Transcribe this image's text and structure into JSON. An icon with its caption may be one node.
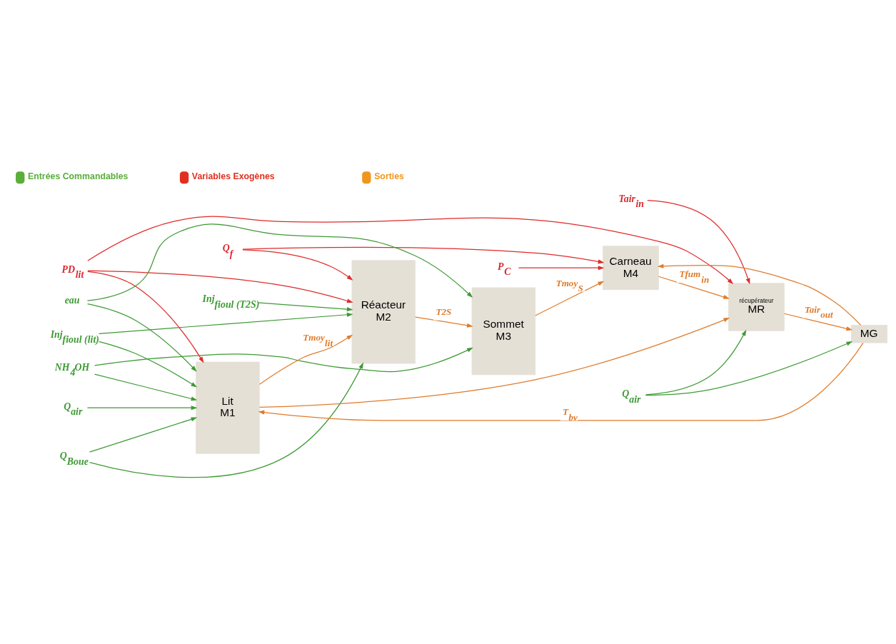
{
  "diagram": {
    "nodes": [
      {
        "text": [
          "PD$_{lit}$"
        ]
      },
      {
        "text": [
          "Q$_{f}$"
        ]
      },
      {
        "text": [
          "NH$_{4}$OH"
        ]
      },
      {
        "text": [
          "eau"
        ]
      },
      {
        "text": [
          "Q$_{air}$"
        ]
      },
      {
        "text": [
          "Inj$_{fioul (lit)}$"
        ]
      },
      {
        "text": [
          "Q$_{Boue}$"
        ]
      },
      {
        "text": [
          "Lit",
          "M1"
        ]
      },
      {
        "text": [
          "Réacteur",
          "M2"
        ]
      },
      {
        "text": [
          "Inj$_{fioul (T2S)}$"
        ]
      },
      {
        "text": [
          "Sommet",
          "M3"
        ]
      },
      {
        "text": [
          "P$_{C}$"
        ]
      },
      {
        "text": [
          "Tair$_{in}$"
        ]
      },
      {
        "text": [
          "Carneau",
          "M4"
        ]
      },
      {
        "text": [
          "récupérateur",
          "MR"
        ]
      },
      {
        "text": [
          "Q$_{air}$"
        ]
      },
      {
        "text": [
          "MG"
        ]
      }
    ],
    "edges": [
      {
        "from": 2,
        "to": 7,
        "arrow": "to"
      },
      {
        "from": 3,
        "to": 7,
        "arrow": "to"
      },
      {
        "from": 4,
        "to": 7,
        "arrow": "to"
      },
      {
        "from": 5,
        "to": 7,
        "arrow": "to"
      },
      {
        "from": 6,
        "to": 7,
        "arrow": "to"
      },
      {
        "from": 6,
        "to": 8,
        "arrow": "to"
      },
      {
        "from": 5,
        "to": 8,
        "arrow": "to"
      },
      {
        "from": 9,
        "to": 8,
        "arrow": "to"
      },
      {
        "from": 2,
        "to": 10,
        "arrow": "to"
      },
      {
        "from": 3,
        "to": 10,
        "arrow": "to"
      },
      {
        "from": 0,
        "to": 7,
        "arrow": "to",
        "color": "#e02a2a"
      },
      {
        "from": 0,
        "to": 8,
        "arrow": "to",
        "color": "#e02a2a"
      },
      {
        "from": 0,
        "to": 14,
        "arrow": "to",
        "color": "#e02a2a"
      },
      {
        "from": 7,
        "to": 8,
        "arrow": "to",
        "label": "Tmoy$_{lit}$",
        "color": "#e07b2a"
      },
      {
        "from": 7,
        "to": 14,
        "arrow": "to",
        "color": "#e07b2a"
      },
      {
        "from": 1,
        "to": 8,
        "arrow": "to",
        "color": "#e02a2a"
      },
      {
        "from": 1,
        "to": 13,
        "arrow": "to",
        "color": "#e02a2a"
      },
      {
        "from": 8,
        "to": 10,
        "arrow": "to",
        "label": "T2S",
        "color": "#e07b2a"
      },
      {
        "from": 10,
        "to": 13,
        "arrow": "to",
        "label": "Tmoy$_{S}$",
        "color": "#e07b2a"
      },
      {
        "from": 11,
        "to": 13,
        "arrow": "to",
        "color": "#e02a2a"
      },
      {
        "from": 16,
        "to": 13,
        "arrow": "to",
        "color": "#e07b2a"
      },
      {
        "from": 16,
        "to": 7,
        "arrow": "to",
        "label": "T$_{bv}$",
        "color": "#e07b2a"
      },
      {
        "from": 13,
        "to": 14,
        "arrow": "to",
        "label": "Tfum$_{in}$",
        "color": "#e07b2a"
      },
      {
        "from": 12,
        "to": 14,
        "arrow": "to",
        "color": "#e02a2a"
      },
      {
        "from": 15,
        "to": 14,
        "arrow": "to"
      },
      {
        "from": 15,
        "to": 16,
        "arrow": "to"
      },
      {
        "from": 14,
        "to": 16,
        "arrow": "to",
        "label": "Tair$_{out}$",
        "color": "#e07b2a"
      }
    ],
    "legend": [
      {
        "text": "Entrées Commandables",
        "color": "#5aae3a"
      },
      {
        "text": "Variables Exogènes",
        "color": "#e0301e"
      },
      {
        "text": "Sorties",
        "color": "#f0961e"
      }
    ]
  }
}
